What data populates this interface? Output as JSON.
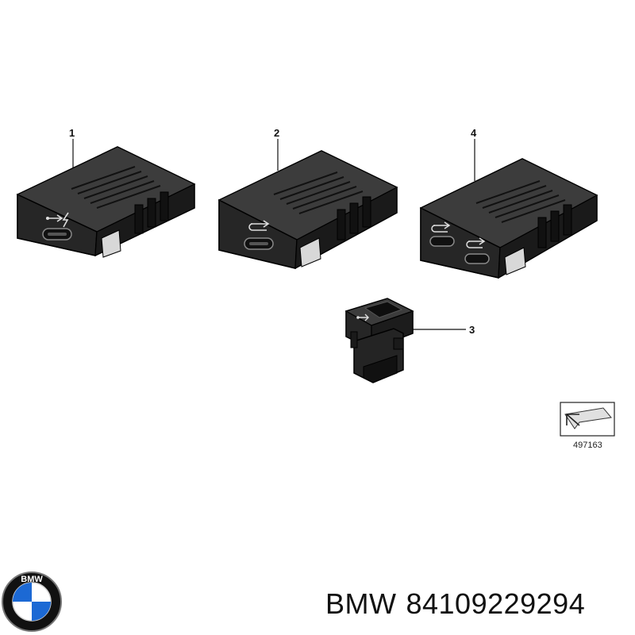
{
  "diagram": {
    "callouts": [
      "1",
      "2",
      "4",
      "3"
    ],
    "reference_number": "497163"
  },
  "caption": {
    "brand": "BMW",
    "part_number": "84109229294"
  },
  "logo": {
    "text": "BMW",
    "colors": {
      "ring": "#111111",
      "blue": "#1c69d4",
      "white": "#ffffff"
    }
  },
  "colors": {
    "housing_top": "#3a3a3a",
    "housing_front": "#2a2a2a",
    "housing_dark": "#141414",
    "outline": "#000000",
    "latch": "#d8d8d8"
  }
}
